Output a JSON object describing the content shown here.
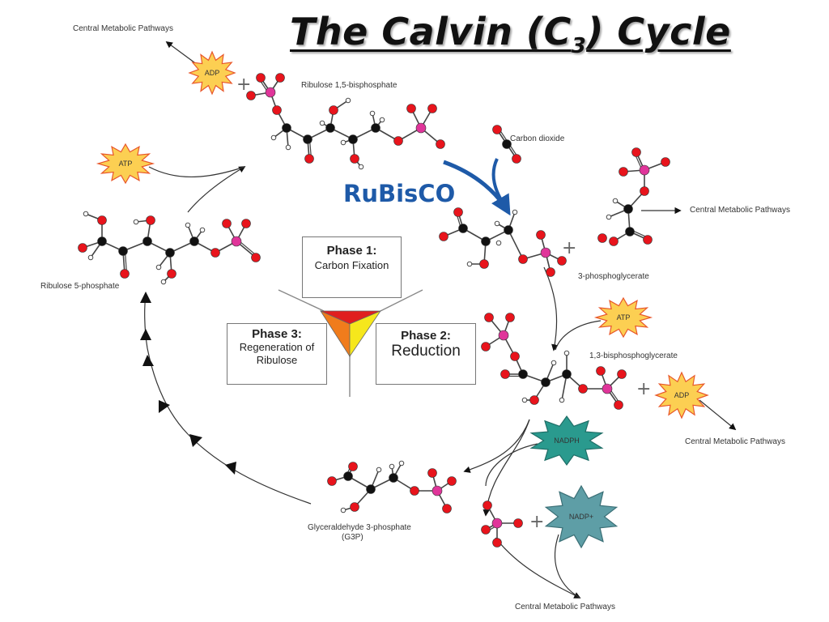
{
  "title": {
    "main": "The Calvin (C",
    "sub": "3",
    "tail": ") Cycle"
  },
  "enzyme": "RuBisCO",
  "phases": [
    {
      "title": "Phase 1:",
      "subtitle": "Carbon Fixation"
    },
    {
      "title": "Phase 2:",
      "subtitle": "Reduction"
    },
    {
      "title": "Phase 3:",
      "subtitle": "Regeneration of Ribulose"
    }
  ],
  "molecules": {
    "rubp": "Ribulose 1,5-bisphosphate",
    "co2": "Carbon dioxide",
    "pga": "3-phosphoglycerate",
    "bpg": "1,3-bisphosphoglycerate",
    "g3p_line1": "Glyceraldehyde 3-phosphate",
    "g3p_line2": "(G3P)",
    "ru5p": "Ribulose 5-phosphate"
  },
  "outputs": {
    "top_left": "Central Metabolic Pathways",
    "right_upper": "Central Metabolic Pathways",
    "right_lower": "Central Metabolic Pathways",
    "bottom": "Central Metabolic Pathways"
  },
  "cofactors": {
    "adp_top": "ADP",
    "atp_left": "ATP",
    "atp_right": "ATP",
    "adp_right": "ADP",
    "nadph": "NADPH",
    "nadp": "NADP+"
  },
  "colors": {
    "oxygen": "#e8141c",
    "carbon": "#111111",
    "phosphorus": "#e0359a",
    "hydrogen": "#ffffff",
    "burst_fill": "#fccf52",
    "burst_stroke": "#e8572b",
    "nadph_fill": "#2a9a8e",
    "nadp_fill": "#5e9ea6",
    "enzyme_arrow": "#1e5aa8",
    "funnel_red": "#e01e1e",
    "funnel_orange": "#f07c1c",
    "funnel_yellow": "#f6e71c"
  }
}
